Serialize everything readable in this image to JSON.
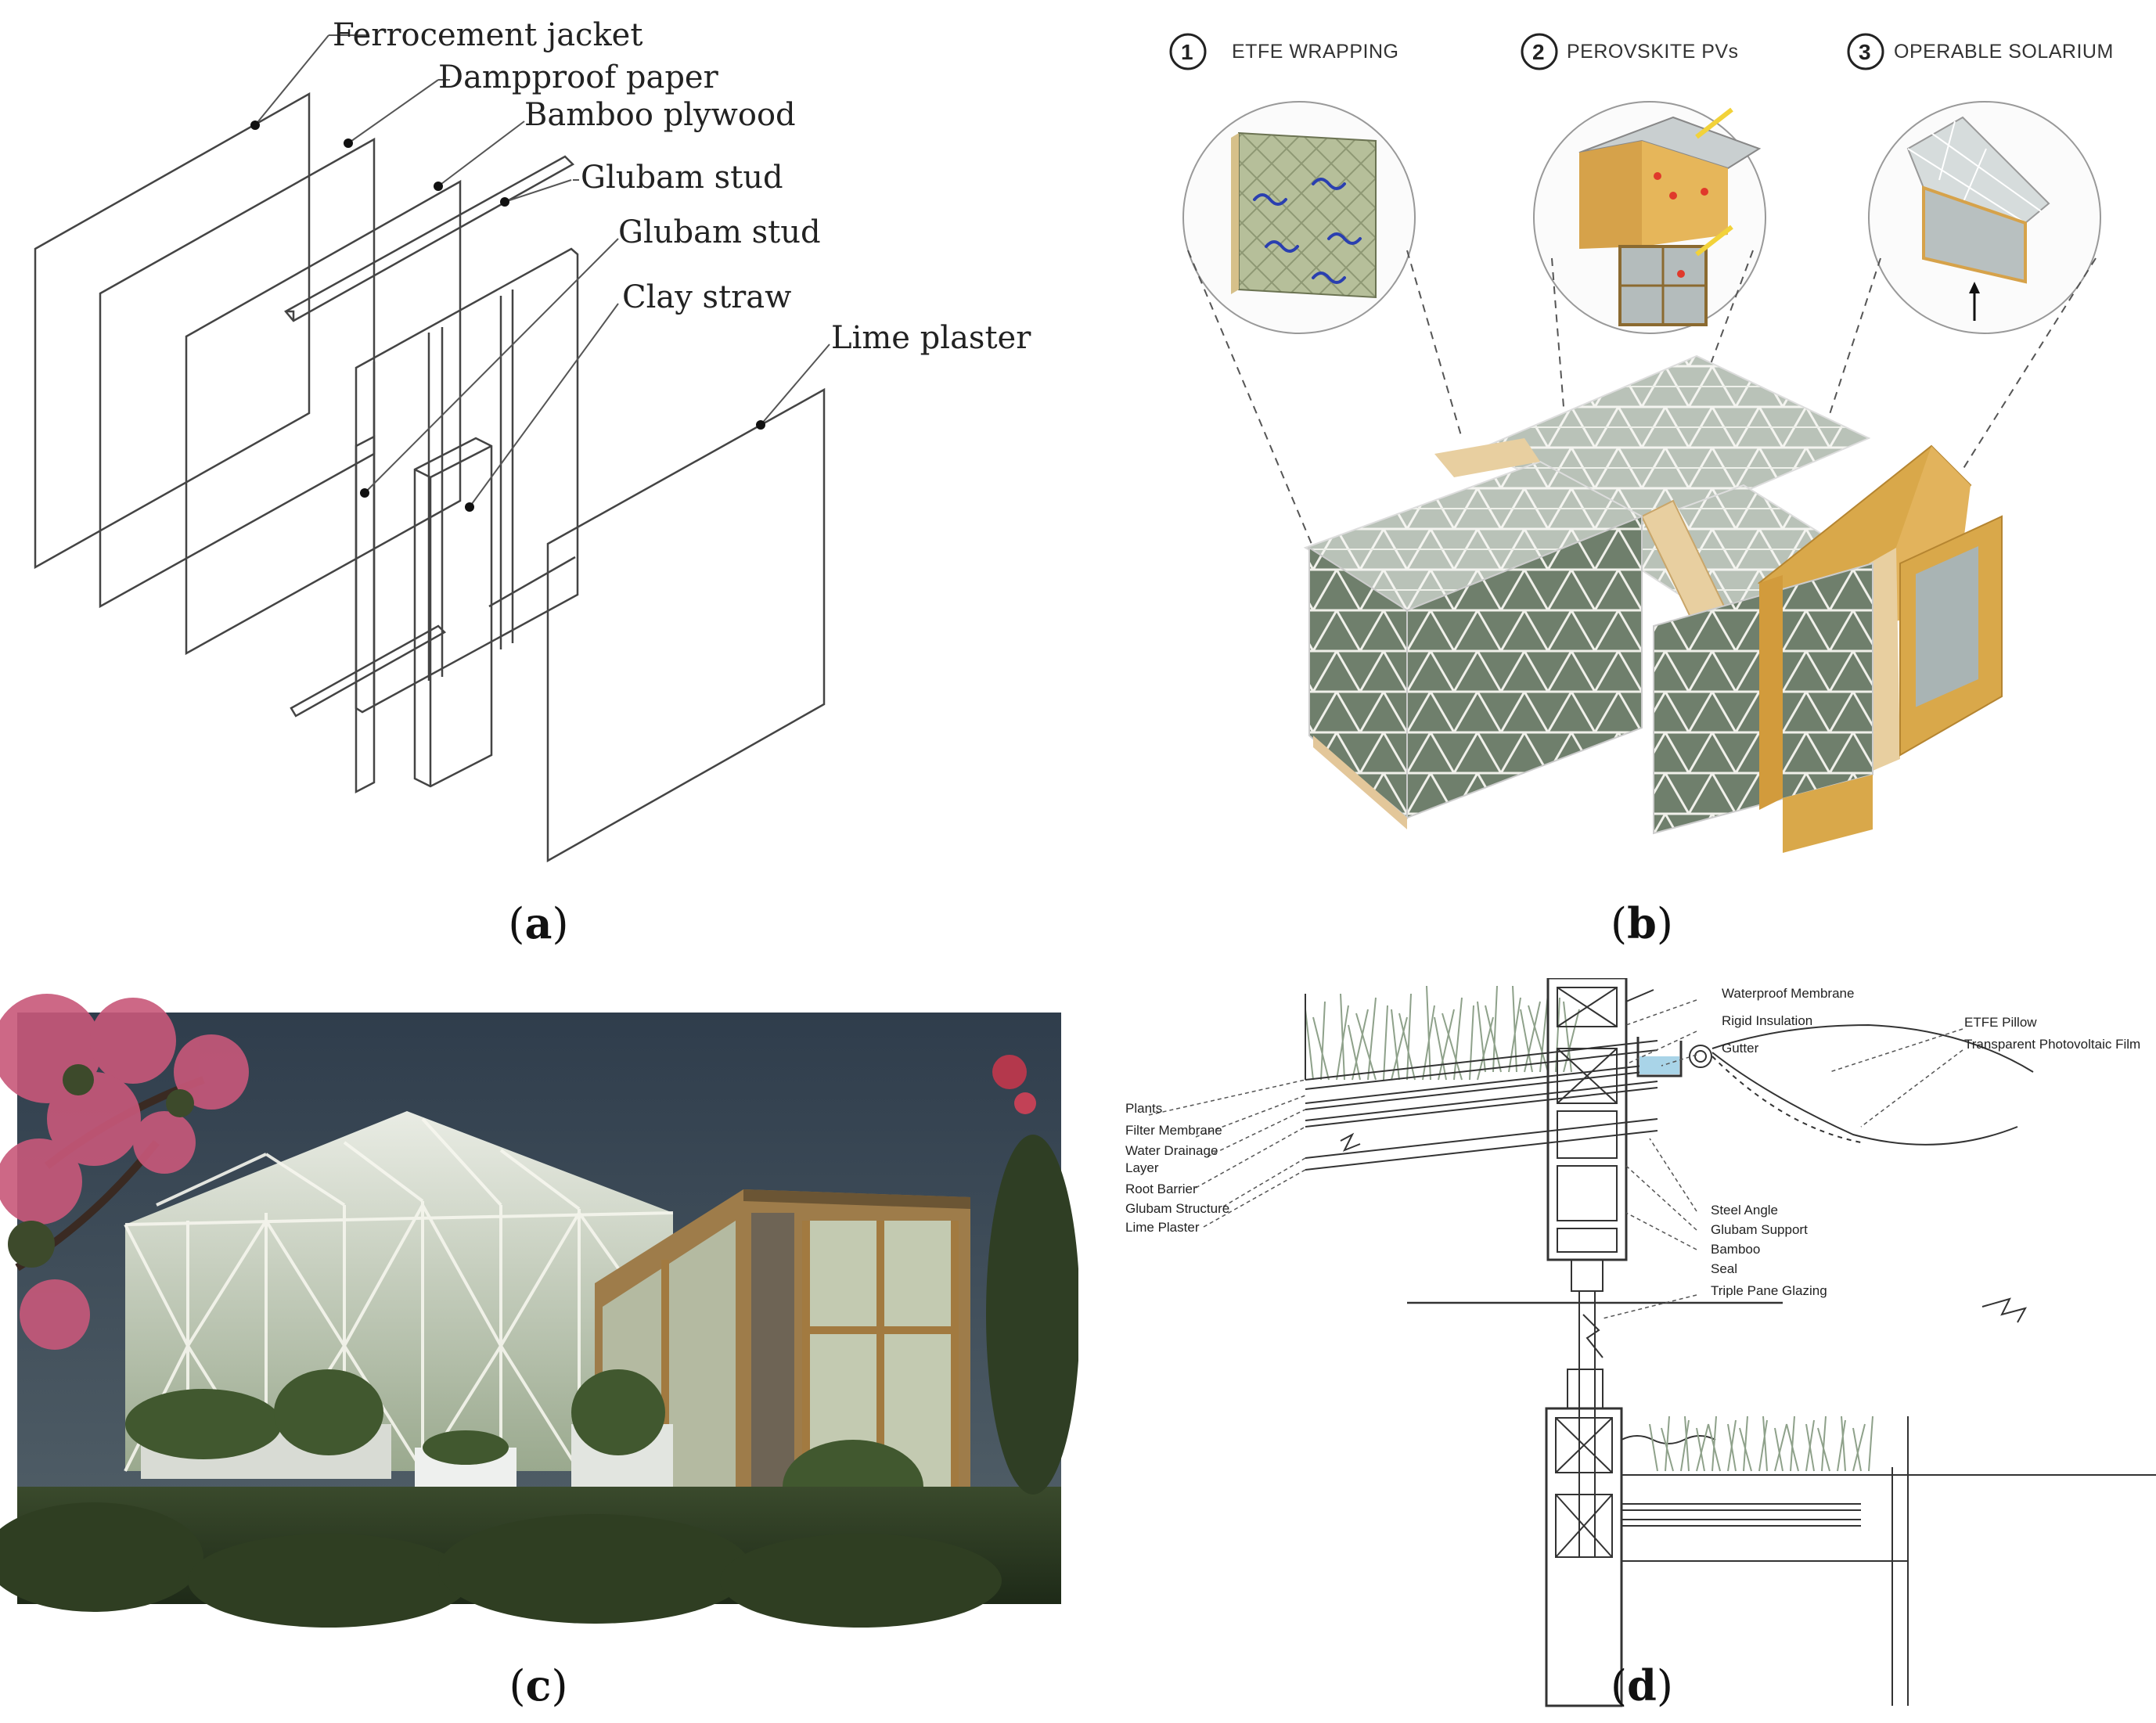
{
  "panel_a": {
    "labels": [
      "Ferrocement jacket",
      "Dampproof paper",
      "Bamboo plywood",
      "Glubam stud",
      "Glubam stud",
      "Clay straw",
      "Lime plaster"
    ],
    "caption": "a"
  },
  "panel_b": {
    "callouts": [
      {
        "number": "1",
        "label": "ETFE WRAPPING"
      },
      {
        "number": "2",
        "label": "PEROVSKITE PVs"
      },
      {
        "number": "3",
        "label": "OPERABLE SOLARIUM"
      }
    ],
    "caption": "b"
  },
  "panel_c": {
    "caption": "c"
  },
  "panel_d": {
    "left_labels": [
      "Plants",
      "Filter Membrane",
      "Water Drainage",
      "Layer",
      "Root Barrier",
      "Glubam Structure",
      "Lime Plaster"
    ],
    "right_labels": [
      "Waterproof Membrane",
      "Rigid Insulation",
      "Gutter",
      "Steel Angle",
      "Glubam Support",
      "Bamboo",
      "Seal",
      "Triple Pane Glazing"
    ],
    "far_right_labels": [
      "ETFE Pillow",
      "Transparent Photovoltaic Film"
    ],
    "caption": "d"
  },
  "colors": {
    "wood": "#d9a84a",
    "glass": "#cfd8d2",
    "sky": "#3f4f5e",
    "foliage": "#2f3d24",
    "blossom": "#c8587a"
  }
}
